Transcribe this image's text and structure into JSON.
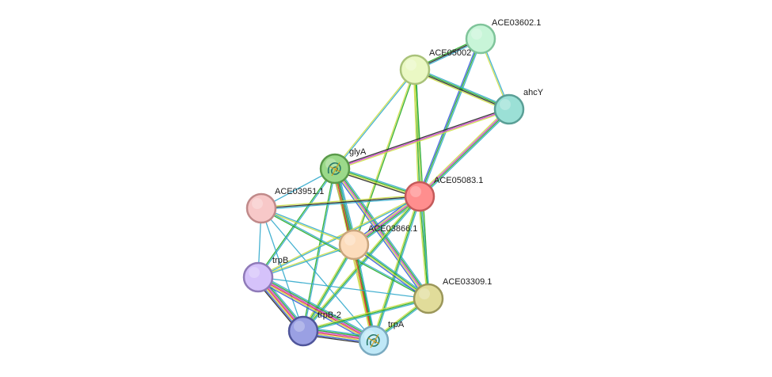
{
  "nodes": [
    {
      "id": "ACE03602.1",
      "label": "ACE03602.1",
      "fill": "#c8f5d8",
      "stroke": "#7fc49a",
      "structure": false
    },
    {
      "id": "ACE05002",
      "label": "ACE05002",
      "fill": "#eaf8c4",
      "stroke": "#a9c27a",
      "structure": false
    },
    {
      "id": "ahcY",
      "label": "ahcY",
      "fill": "#9be0d6",
      "stroke": "#5a9f96",
      "structure": false
    },
    {
      "id": "glyA",
      "label": "glyA",
      "fill": "#9bd98a",
      "stroke": "#5a9a4a",
      "structure": true
    },
    {
      "id": "ACE05083.1",
      "label": "ACE05083.1",
      "fill": "#ff8e8e",
      "stroke": "#c45a5a",
      "structure": false
    },
    {
      "id": "ACE03951.1",
      "label": "ACE03951.1",
      "fill": "#f7c8c8",
      "stroke": "#c08a8a",
      "structure": false
    },
    {
      "id": "ACE03866.1",
      "label": "ACE03866.1",
      "fill": "#fcdcbc",
      "stroke": "#c9a57d",
      "structure": false
    },
    {
      "id": "trpB",
      "label": "trpB",
      "fill": "#d5c2fa",
      "stroke": "#8f7ab8",
      "structure": false
    },
    {
      "id": "ACE03309.1",
      "label": "ACE03309.1",
      "fill": "#e1dc9a",
      "stroke": "#9b975a",
      "structure": false
    },
    {
      "id": "trpB-2",
      "label": "trpB-2",
      "fill": "#9aa0e3",
      "stroke": "#4f559a",
      "structure": false
    },
    {
      "id": "trpA",
      "label": "trpA",
      "fill": "#bfe8f7",
      "stroke": "#7aaac0",
      "structure": true
    }
  ],
  "edges": [
    {
      "source": "ACE03602.1",
      "target": "ACE05002",
      "colors": [
        "#33aacc",
        "#222222",
        "#22aa22"
      ]
    },
    {
      "source": "ACE03602.1",
      "target": "ahcY",
      "colors": [
        "#33aacc",
        "#ccdd44"
      ]
    },
    {
      "source": "ACE03602.1",
      "target": "ACE05083.1",
      "colors": [
        "#33aacc",
        "#22aa22",
        "#3355dd"
      ]
    },
    {
      "source": "ACE05002",
      "target": "ahcY",
      "colors": [
        "#33aacc",
        "#22aa22",
        "#222222",
        "#ccdd44"
      ]
    },
    {
      "source": "ACE05002",
      "target": "glyA",
      "colors": [
        "#33aacc",
        "#ccdd44"
      ]
    },
    {
      "source": "ACE05002",
      "target": "ACE05083.1",
      "colors": [
        "#33aacc",
        "#22aa22",
        "#ccdd44"
      ]
    },
    {
      "source": "ACE05002",
      "target": "ACE03866.1",
      "colors": [
        "#22aa22",
        "#ccdd44"
      ]
    },
    {
      "source": "ACE05002",
      "target": "ACE03309.1",
      "colors": [
        "#22aa22",
        "#ccdd44"
      ]
    },
    {
      "source": "ahcY",
      "target": "glyA",
      "colors": [
        "#ccdd44",
        "#cc33cc",
        "#222222"
      ]
    },
    {
      "source": "ahcY",
      "target": "ACE05083.1",
      "colors": [
        "#33aacc",
        "#22aa22",
        "#cc33cc",
        "#ccdd44"
      ]
    },
    {
      "source": "glyA",
      "target": "ACE05083.1",
      "colors": [
        "#33aacc",
        "#22aa22",
        "#ccdd44",
        "#222222"
      ]
    },
    {
      "source": "glyA",
      "target": "ACE03951.1",
      "colors": [
        "#33aacc"
      ]
    },
    {
      "source": "glyA",
      "target": "ACE03866.1",
      "colors": [
        "#33aacc",
        "#22aa22",
        "#cc33cc",
        "#ccdd44",
        "#222222"
      ]
    },
    {
      "source": "glyA",
      "target": "trpB",
      "colors": [
        "#33aacc",
        "#22aa22"
      ]
    },
    {
      "source": "glyA",
      "target": "ACE03309.1",
      "colors": [
        "#33aacc",
        "#22aa22",
        "#cc33cc",
        "#ccdd44",
        "#3355dd"
      ]
    },
    {
      "source": "glyA",
      "target": "trpB-2",
      "colors": [
        "#33aacc",
        "#22aa22"
      ]
    },
    {
      "source": "glyA",
      "target": "trpA",
      "colors": [
        "#33aacc",
        "#22aa22",
        "#dd3333",
        "#ccdd44"
      ]
    },
    {
      "source": "ACE05083.1",
      "target": "ACE03951.1",
      "colors": [
        "#33aacc",
        "#222222",
        "#ccdd44"
      ]
    },
    {
      "source": "ACE05083.1",
      "target": "ACE03866.1",
      "colors": [
        "#33aacc",
        "#22aa22",
        "#cc33cc",
        "#ccdd44",
        "#3355dd"
      ]
    },
    {
      "source": "ACE05083.1",
      "target": "trpB",
      "colors": [
        "#33aacc",
        "#ccdd44"
      ]
    },
    {
      "source": "ACE05083.1",
      "target": "ACE03309.1",
      "colors": [
        "#33aacc",
        "#22aa22",
        "#ccdd44"
      ]
    },
    {
      "source": "ACE05083.1",
      "target": "trpB-2",
      "colors": [
        "#33aacc",
        "#22aa22",
        "#ccdd44"
      ]
    },
    {
      "source": "ACE05083.1",
      "target": "trpA",
      "colors": [
        "#33aacc",
        "#22aa22",
        "#ccdd44"
      ]
    },
    {
      "source": "ACE03951.1",
      "target": "ACE03866.1",
      "colors": [
        "#33aacc",
        "#ccdd44"
      ]
    },
    {
      "source": "ACE03951.1",
      "target": "trpB",
      "colors": [
        "#33aacc"
      ]
    },
    {
      "source": "ACE03951.1",
      "target": "ACE03309.1",
      "colors": [
        "#33aacc",
        "#22aa22"
      ]
    },
    {
      "source": "ACE03951.1",
      "target": "trpB-2",
      "colors": [
        "#33aacc"
      ]
    },
    {
      "source": "ACE03951.1",
      "target": "trpA",
      "colors": [
        "#33aacc"
      ]
    },
    {
      "source": "ACE03866.1",
      "target": "trpB",
      "colors": [
        "#33aacc",
        "#ccdd44"
      ]
    },
    {
      "source": "ACE03866.1",
      "target": "ACE03309.1",
      "colors": [
        "#33aacc",
        "#22aa22",
        "#ccdd44",
        "#3355dd"
      ]
    },
    {
      "source": "ACE03866.1",
      "target": "trpB-2",
      "colors": [
        "#33aacc",
        "#22aa22",
        "#ccdd44"
      ]
    },
    {
      "source": "ACE03866.1",
      "target": "trpA",
      "colors": [
        "#33aacc",
        "#22aa22",
        "#dd3333",
        "#ccdd44"
      ]
    },
    {
      "source": "trpB",
      "target": "ACE03309.1",
      "colors": [
        "#33aacc"
      ]
    },
    {
      "source": "trpB",
      "target": "trpB-2",
      "colors": [
        "#33aacc",
        "#22aa22",
        "#cc33cc",
        "#dd3333",
        "#ccdd44",
        "#3355dd",
        "#222222"
      ]
    },
    {
      "source": "trpB",
      "target": "trpA",
      "colors": [
        "#33aacc",
        "#22aa22",
        "#cc33cc",
        "#dd3333",
        "#ccdd44",
        "#3355dd"
      ]
    },
    {
      "source": "ACE03309.1",
      "target": "trpB-2",
      "colors": [
        "#33aacc",
        "#22aa22",
        "#ccdd44"
      ]
    },
    {
      "source": "ACE03309.1",
      "target": "trpA",
      "colors": [
        "#33aacc",
        "#22aa22",
        "#ccdd44"
      ]
    },
    {
      "source": "trpB-2",
      "target": "trpA",
      "colors": [
        "#33aacc",
        "#22aa22",
        "#cc33cc",
        "#dd3333",
        "#ccdd44",
        "#3355dd",
        "#222222"
      ]
    }
  ]
}
